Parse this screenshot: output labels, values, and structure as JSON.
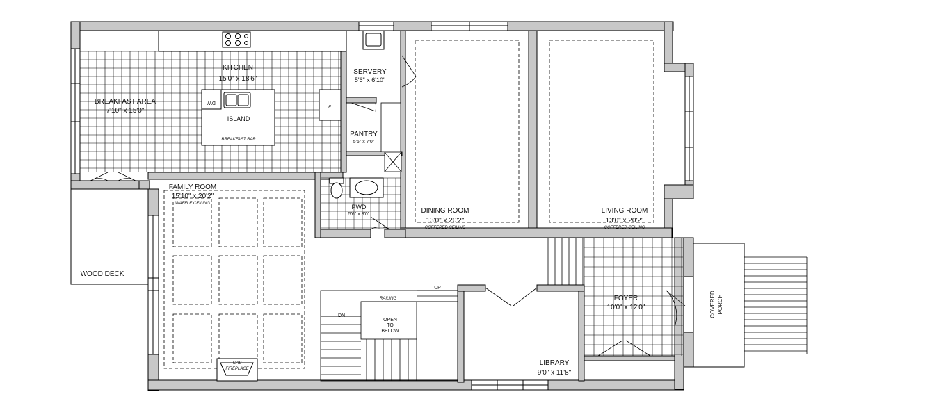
{
  "rooms": {
    "kitchen": {
      "name": "KITCHEN",
      "dims": "15'0\" x 18'6\""
    },
    "breakfast": {
      "name": "BREAKFAST AREA",
      "dims": "7'10\" x 15'0\""
    },
    "island": {
      "name": "ISLAND",
      "bar": "BREAKFAST BAR",
      "dw": "DW"
    },
    "fridge": {
      "mark": "F"
    },
    "servery": {
      "name": "SERVERY",
      "dims": "5'6\" x 6'10\""
    },
    "pantry": {
      "name": "PANTRY",
      "dims": "5'6\" x 7'0\""
    },
    "family": {
      "name": "FAMILY ROOM",
      "dims": "15'10\" x 20'2\"",
      "note": "WAFFLE CEILING"
    },
    "pwd": {
      "name": "PWD",
      "dims": "5'6\" x 8'0\""
    },
    "dining": {
      "name": "DINING ROOM",
      "dims": "13'0\" x 20'2\"",
      "note": "COFFERED CEILING"
    },
    "living": {
      "name": "LIVING ROOM",
      "dims": "13'0\" x 20'2\"",
      "note": "COFFERED CEILING"
    },
    "deck": {
      "name": "WOOD DECK"
    },
    "foyer": {
      "name": "FOYER",
      "dims": "10'0\" x 12'0\""
    },
    "library": {
      "name": "LIBRARY",
      "dims": "9'0\" x 11'8\""
    },
    "porch": {
      "line1": "COVERED",
      "line2": "PORCH"
    },
    "fireplace": {
      "line1": "GAS",
      "line2": "FIREPLACE"
    },
    "stairs": {
      "railing": "RAILING",
      "up": "UP",
      "dn": "DN",
      "open1": "OPEN",
      "open2": "TO",
      "open3": "BELOW"
    }
  },
  "colors": {
    "wall": "#c8c8c8",
    "line": "#000000",
    "paper": "#ffffff"
  }
}
